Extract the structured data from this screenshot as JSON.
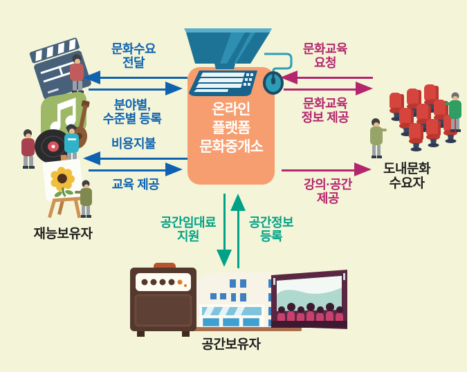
{
  "colors": {
    "background": "#F4F5D8",
    "hub_box": "#F69E6F",
    "flow_blue": "#0E62B0",
    "flow_pink": "#B3256D",
    "flow_teal": "#00A186",
    "label_text": "#1F1F1F",
    "hub_text": "#FFFFFF"
  },
  "hub": {
    "icon": "desktop-computer-icon",
    "line1": "온라인",
    "line2": "플랫폼",
    "line3": "문화중개소"
  },
  "actors": {
    "talent": {
      "label": "재능보유자",
      "icons": [
        "clapperboard-icon",
        "music-icon",
        "easel-painting-icon"
      ]
    },
    "consumer": {
      "line1": "도내문화",
      "line2": "수요자",
      "icon": "theater-seats-icon"
    },
    "space": {
      "label": "공간보유자",
      "icon": "performance-venue-icon"
    }
  },
  "flows": {
    "culture_demand": {
      "line1": "문화수요",
      "line2": "전달",
      "direction": "to-talent"
    },
    "field_register": {
      "line1": "분야별,",
      "line2": "수준별 등록",
      "direction": "to-hub"
    },
    "payment": {
      "line1": "비용지불",
      "direction": "to-talent"
    },
    "education": {
      "line1": "교육 제공",
      "direction": "to-hub"
    },
    "edu_request": {
      "line1": "문화교육",
      "line2": "요청",
      "direction": "to-hub"
    },
    "edu_info": {
      "line1": "문화교육",
      "line2": "정보 제공",
      "direction": "to-consumer"
    },
    "lecture_space": {
      "line1": "강의·공간",
      "line2": "제공",
      "direction": "to-consumer"
    },
    "rent_support": {
      "line1": "공간임대료",
      "line2": "지원",
      "direction": "to-space"
    },
    "space_register": {
      "line1": "공간정보",
      "line2": "등록",
      "direction": "to-hub"
    }
  }
}
